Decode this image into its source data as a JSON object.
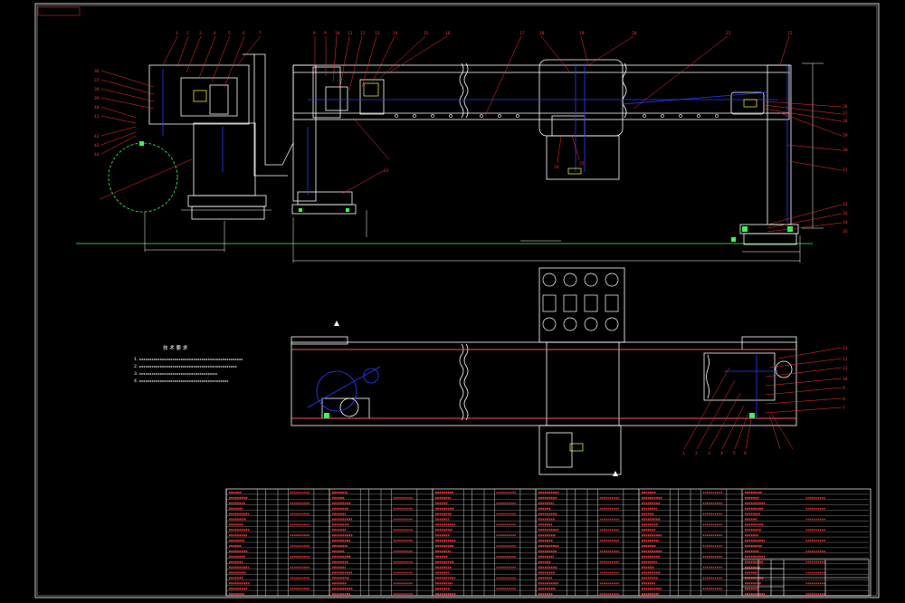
{
  "drawing": {
    "sheet_code": "",
    "sheet_label_top": "",
    "tech_title": "技 术 要 求",
    "tech_notes": [
      "1.",
      "2.",
      "3.",
      "4."
    ],
    "title_block": {
      "drawing_name": "",
      "drawing_number": ""
    },
    "colors": {
      "frame": "#ffffff",
      "leader": "#ff3030",
      "body": "#ffffff",
      "center": "#2a3cff",
      "ground": "#33ff55",
      "dimension": "#ffffff",
      "hidden": "#ffff33"
    },
    "balloons_top": [
      "1",
      "2",
      "3",
      "4",
      "5",
      "6",
      "7",
      "8",
      "9",
      "10",
      "11",
      "12",
      "13",
      "14",
      "15",
      "16",
      "17",
      "18",
      "19",
      "20",
      "21",
      "22",
      "23",
      "24",
      "25"
    ],
    "balloons_right": [
      "26",
      "27",
      "28",
      "29",
      "30",
      "31",
      "32",
      "33",
      "34",
      "35"
    ],
    "balloons_left": [
      "36",
      "37",
      "38",
      "39",
      "40",
      "41",
      "42",
      "43",
      "44"
    ],
    "balloons_bottom_view_right": [
      "13",
      "12",
      "11",
      "10",
      "9",
      "8",
      "7"
    ],
    "balloons_bottom_view_lower": [
      "1",
      "2",
      "3",
      "4",
      "5",
      "6"
    ]
  }
}
